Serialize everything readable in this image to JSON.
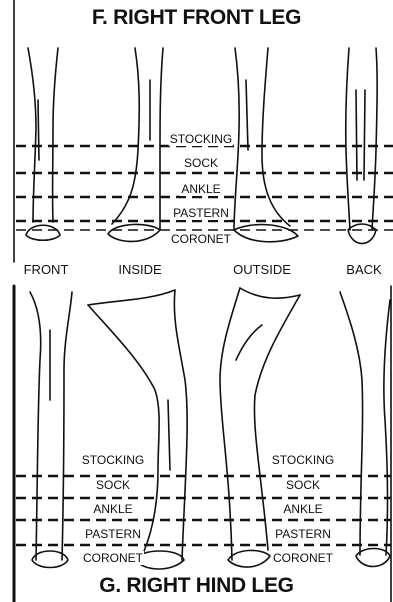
{
  "front_leg": {
    "title": "F. RIGHT FRONT LEG",
    "markings": [
      "STOCKING",
      "SOCK",
      "ANKLE",
      "PASTERN",
      "CORONET"
    ],
    "views": [
      "FRONT",
      "INSIDE",
      "OUTSIDE",
      "BACK"
    ]
  },
  "hind_leg": {
    "title": "G. RIGHT HIND LEG",
    "markings_left": [
      "STOCKING",
      "SOCK",
      "ANKLE",
      "PASTERN",
      "CORONET"
    ],
    "markings_right": [
      "STOCKING",
      "SOCK",
      "ANKLE",
      "PASTERN",
      "CORONET"
    ]
  }
}
